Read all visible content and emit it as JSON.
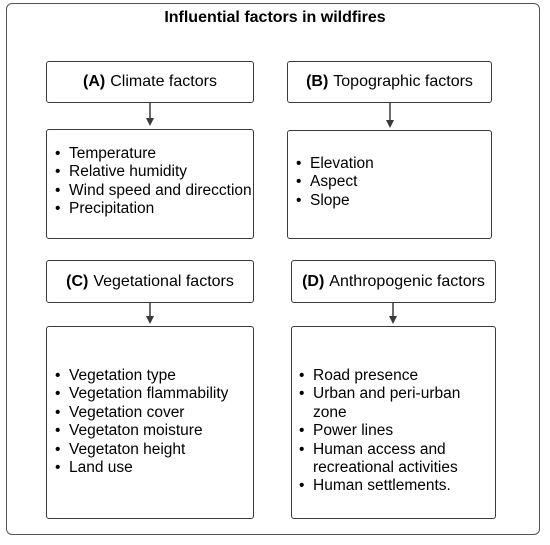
{
  "title": "Influential factors in wildfires",
  "panels": {
    "a": {
      "letter": "(A)",
      "name": "Climate factors",
      "items": [
        "Temperature",
        "Relative humidity",
        "Wind speed and direcction",
        "Precipitation"
      ]
    },
    "b": {
      "letter": "(B)",
      "name": "Topographic factors",
      "items": [
        "Elevation",
        "Aspect",
        "Slope"
      ]
    },
    "c": {
      "letter": "(C)",
      "name": "Vegetational factors",
      "items": [
        "Vegetation type",
        "Vegetation flammability",
        "Vegetation cover",
        "Vegetaton moisture",
        "Vegetaton height",
        "Land use"
      ]
    },
    "d": {
      "letter": "(D)",
      "name": "Anthropogenic factors",
      "items": [
        "Road presence",
        "Urban and peri-urban zone",
        "Power lines",
        "Human access and",
        "recreational activities",
        "Human settlements."
      ],
      "bullets": [
        true,
        true,
        true,
        true,
        false,
        true
      ]
    }
  }
}
